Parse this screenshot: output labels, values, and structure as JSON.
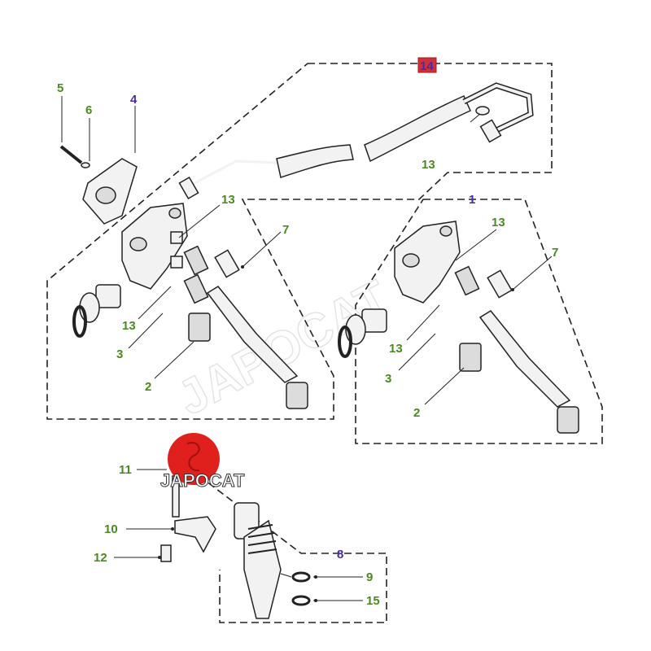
{
  "diagram": {
    "labels": {
      "l14": "14",
      "l5": "5",
      "l6": "6",
      "l4": "4",
      "l13a": "13",
      "l13b": "13",
      "l7a": "7",
      "l13c": "13",
      "l3a": "3",
      "l2a": "2",
      "l1": "1",
      "l13d": "13",
      "l7b": "7",
      "l13e": "13",
      "l3b": "3",
      "l2b": "2",
      "l11": "11",
      "l10": "10",
      "l12": "12",
      "l8": "8",
      "l9": "9",
      "l15": "15"
    },
    "logo": {
      "text": "JAPOCAT"
    },
    "watermark": "JAPOCAT",
    "colors": {
      "part_number": "#4a8a1e",
      "group_number": "#4b2aa8",
      "highlight_box": "#d0303a",
      "logo_red": "#e0201c"
    }
  }
}
